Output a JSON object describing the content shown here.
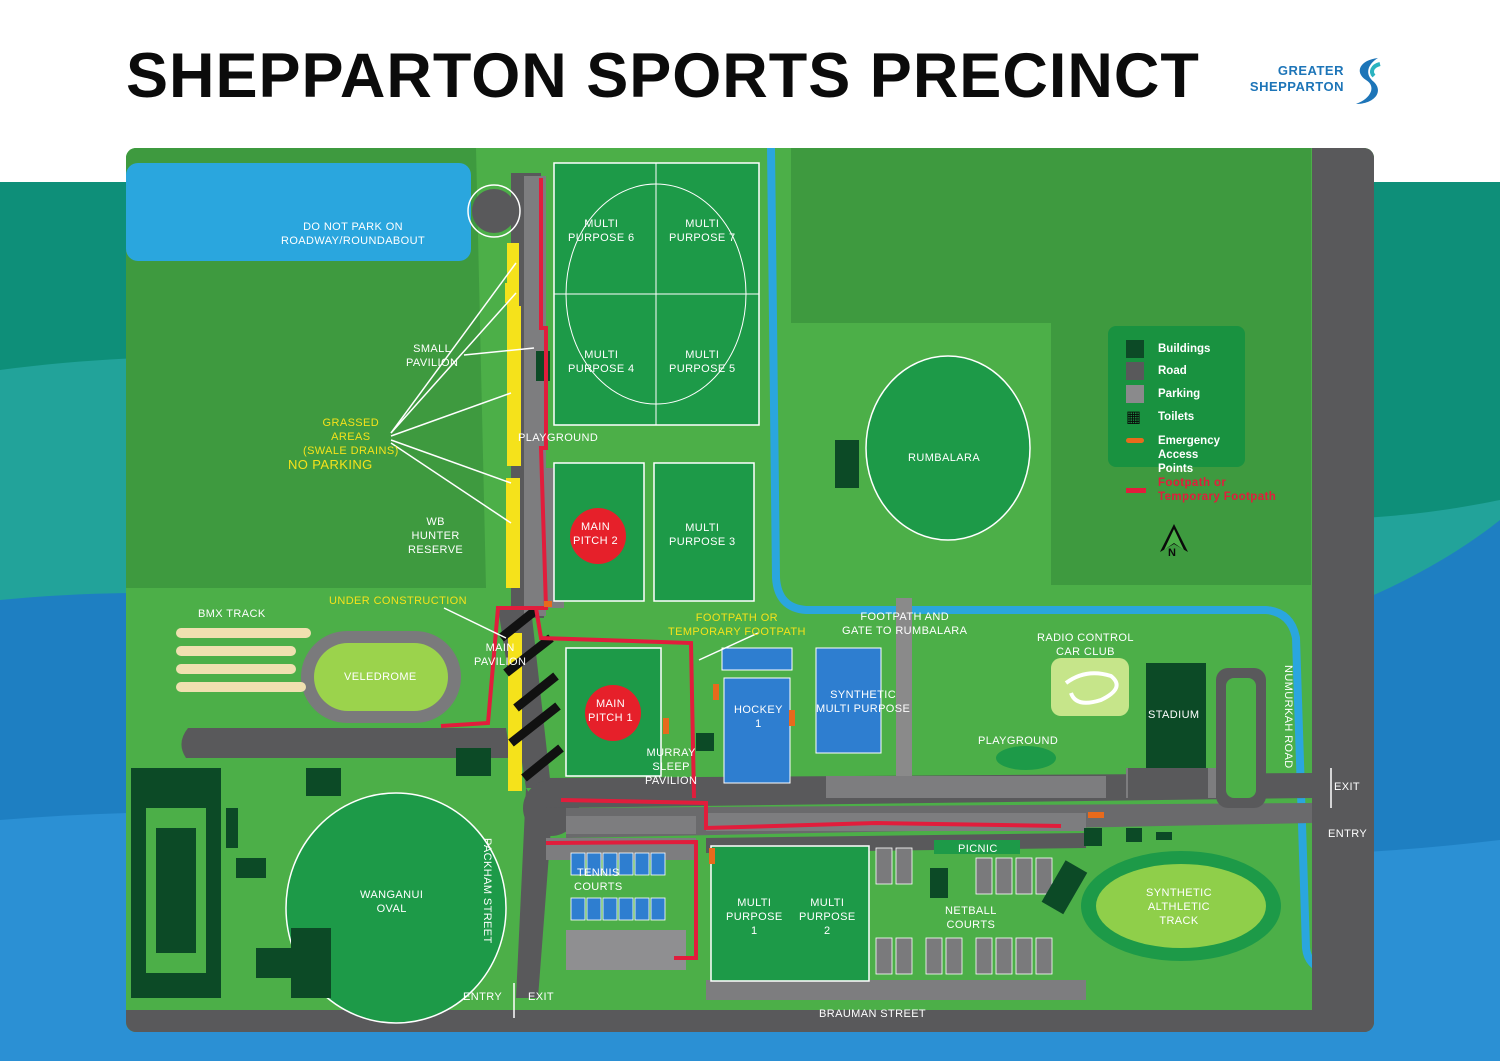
{
  "title": "SHEPPARTON SPORTS PRECINCT",
  "logo": {
    "line1": "GREATER",
    "line2": "SHEPPARTON"
  },
  "colors": {
    "teal": "#0e8f79",
    "blue": "#1e7fc2",
    "grass": "#4caf48",
    "field": "#1d9a48",
    "road": "#59595b",
    "footpath": "#e11d3c",
    "yellow": "#f5e21b",
    "court_blue": "#2e7ed0",
    "building": "#0c4a26"
  },
  "legend": {
    "buildings": "Buildings",
    "road": "Road",
    "parking": "Parking",
    "toilets": "Toilets",
    "emergency": "Emergency\nAccess Points",
    "footpath": "Footpath or\nTemporary Footpath",
    "north": "N"
  },
  "labels": {
    "do_not_park": "DO NOT PARK ON\nROADWAY/ROUNDABOUT",
    "small_pavilion": "SMALL\nPAVILION",
    "grassed_areas": "GRASSED\nAREAS\n(SWALE DRAINS)",
    "no_parking": "NO PARKING",
    "playground_top": "PLAYGROUND",
    "wb_hunter": "WB\nHUNTER\nRESERVE",
    "under_construction": "UNDER CONSTRUCTION",
    "bmx_track": "BMX TRACK",
    "veledrome": "VELEDROME",
    "main_pavilion": "MAIN\nPAVILION",
    "multi6": "MULTI\nPURPOSE 6",
    "multi7": "MULTI\nPURPOSE 7",
    "multi4": "MULTI\nPURPOSE 4",
    "multi5": "MULTI\nPURPOSE 5",
    "main_pitch2": "MAIN\nPITCH 2",
    "multi3": "MULTI\nPURPOSE 3",
    "main_pitch1": "MAIN\nPITCH 1",
    "footpath_or": "FOOTPATH OR\nTEMPORARY FOOTPATH",
    "hockey1": "HOCKEY\n1",
    "synthetic_multi": "SYNTHETIC\nMULTI PURPOSE",
    "murray_sleep": "MURRAY\nSLEEP\nPAVILION",
    "footpath_gate": "FOOTPATH AND\nGATE TO RUMBALARA",
    "rumbalara": "RUMBALARA",
    "radio_control": "RADIO CONTROL\nCAR CLUB",
    "stadium": "STADIUM",
    "playground_mid": "PLAYGROUND",
    "numurkah_road": "NUMURKAH ROAD",
    "exit_right": "EXIT",
    "entry_right": "ENTRY",
    "tennis_courts": "TENNIS\nCOURTS",
    "picnic": "PICNIC",
    "netball_courts": "NETBALL\nCOURTS",
    "multi1": "MULTI\nPURPOSE\n1",
    "multi2": "MULTI\nPURPOSE\n2",
    "synthetic_track": "SYNTHETIC\nALTHLETIC\nTRACK",
    "wanganui_oval": "WANGANUI\nOVAL",
    "packham_street": "PACKHAM STREET",
    "entry_bottom": "ENTRY",
    "exit_bottom": "EXIT",
    "brauman_street": "BRAUMAN STREET"
  }
}
